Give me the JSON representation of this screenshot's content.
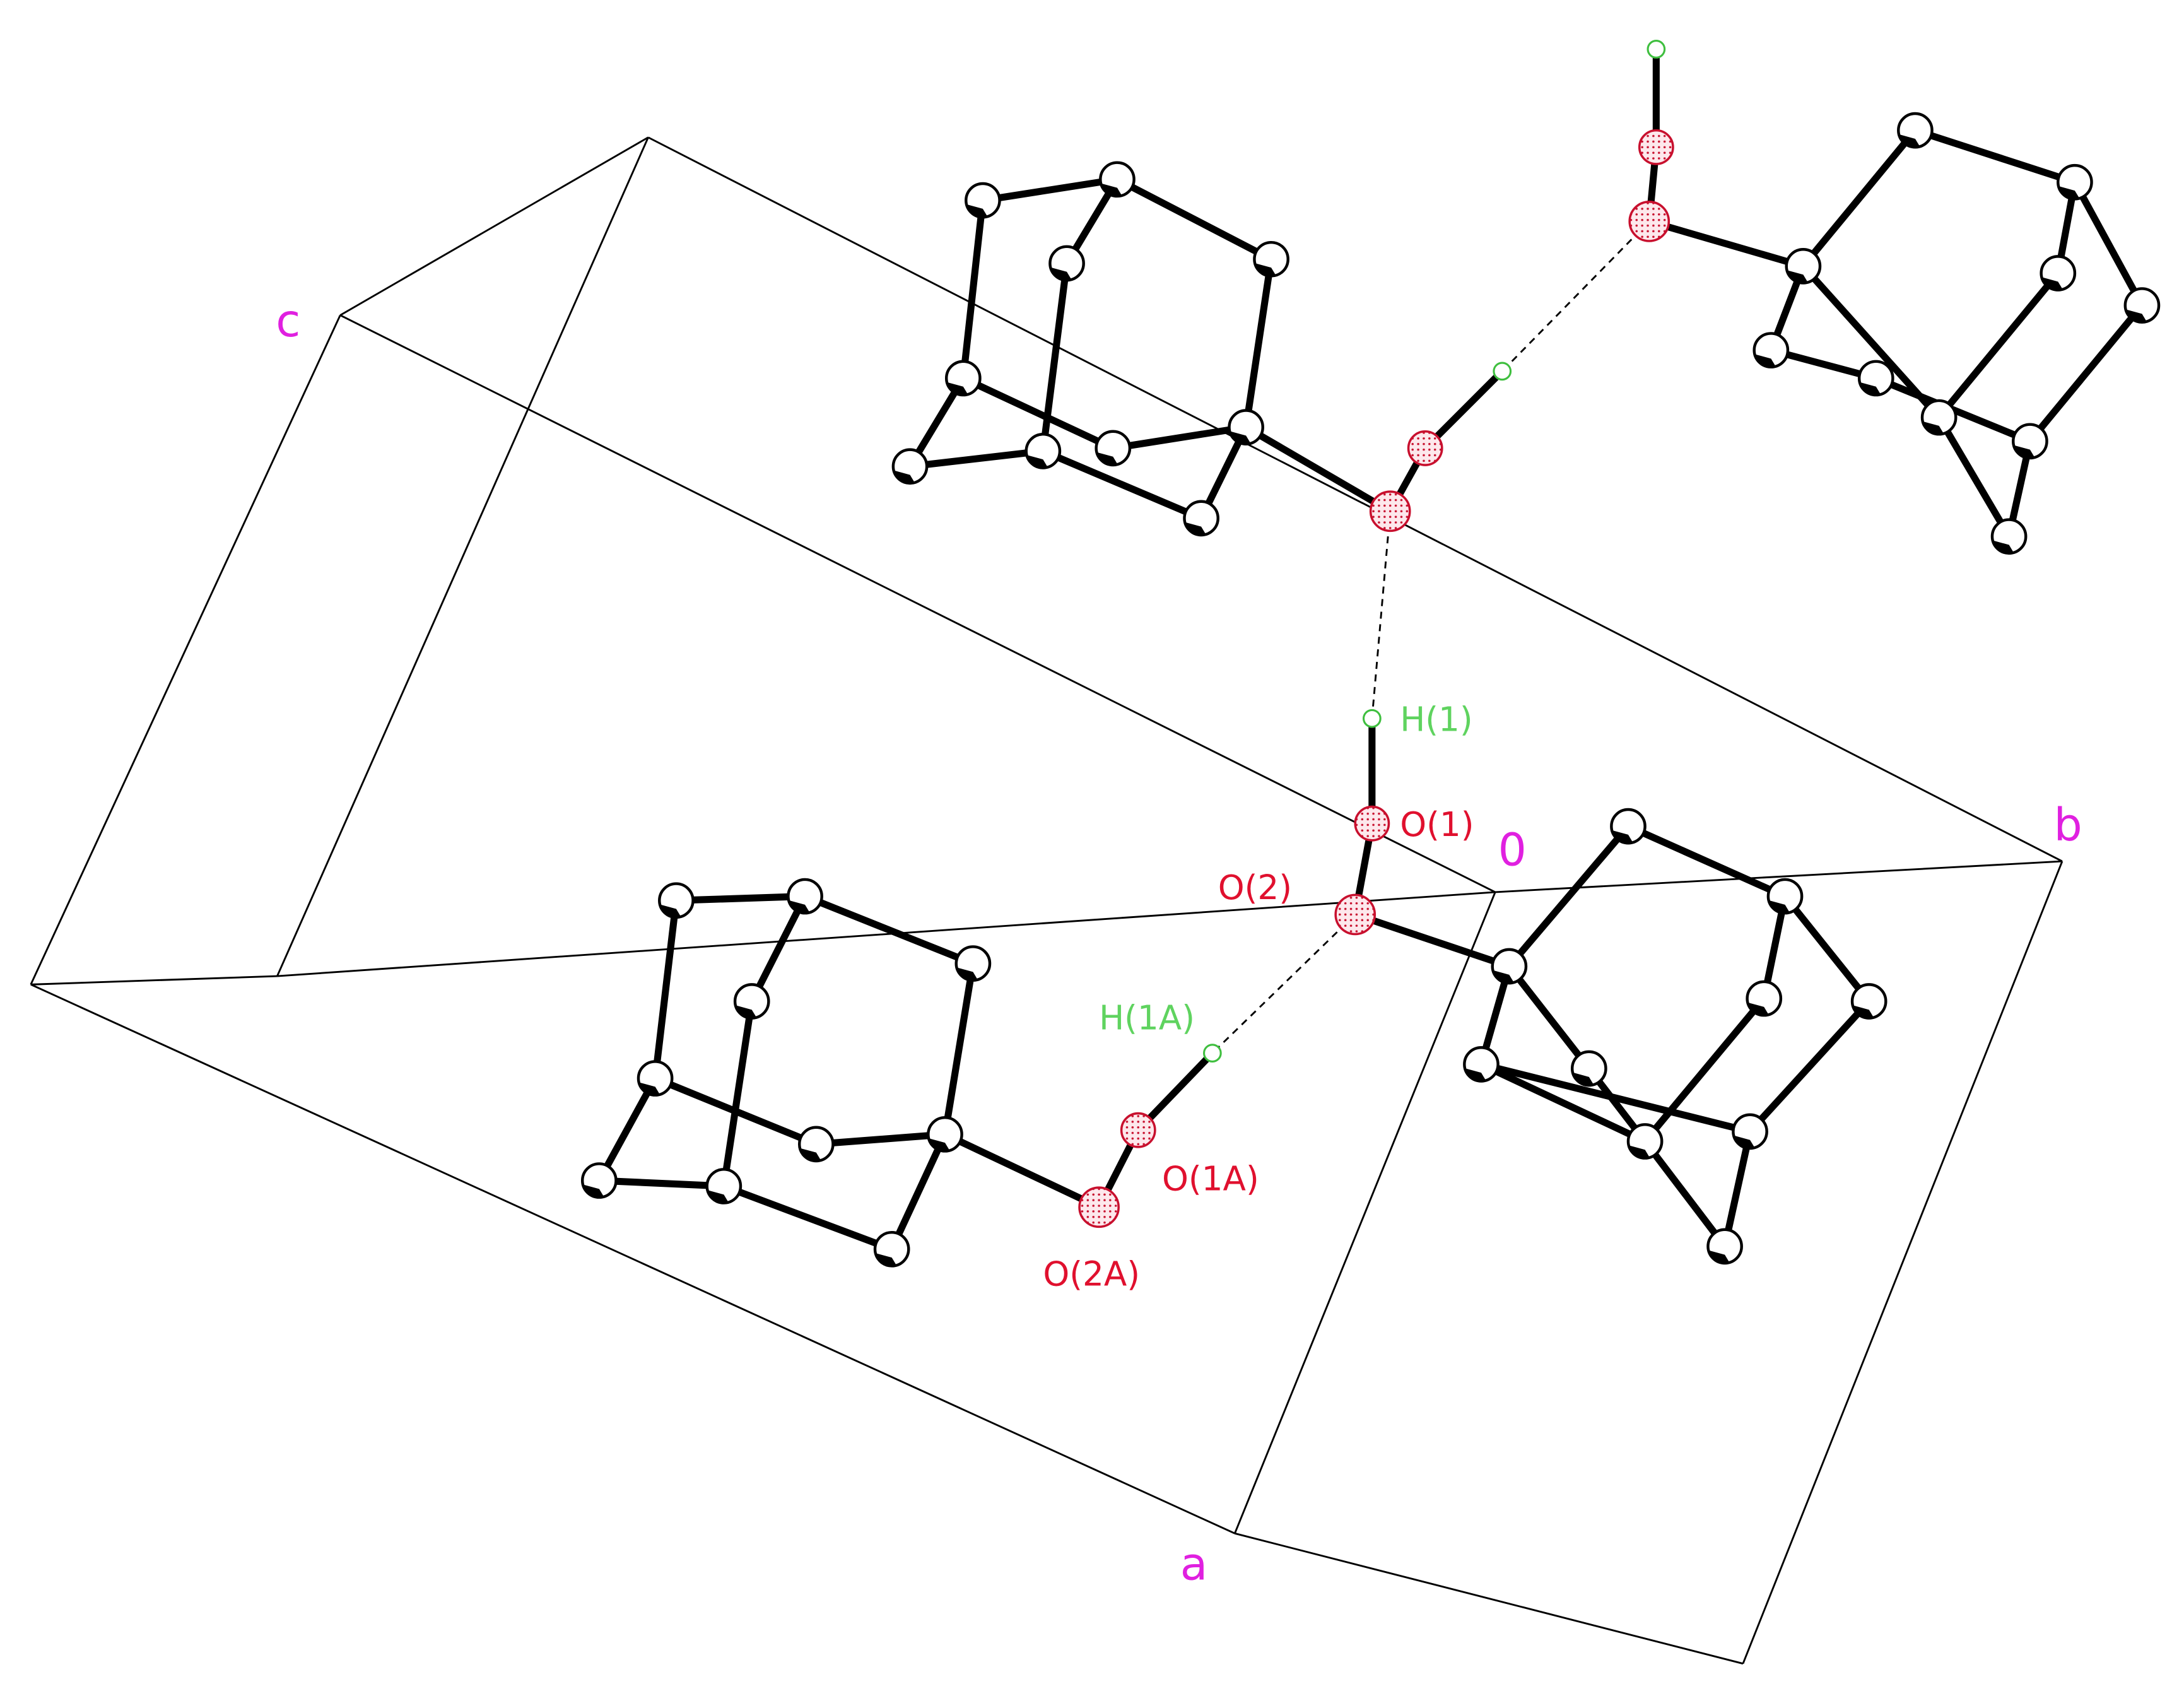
{
  "figure": {
    "type": "crystal packing diagram",
    "description": "Unit cell with hydrogen-bonded adamantane hydroperoxide molecules"
  },
  "colors": {
    "bond": "#000000",
    "cell_edge": "#000000",
    "oxygen": "#e0102e",
    "hydrogen": "#5fd35f",
    "axis_label": "#e020e0"
  },
  "axis_labels": {
    "origin": "0",
    "a": "a",
    "b": "b",
    "c": "c"
  },
  "atom_labels": {
    "H1": "H(1)",
    "O1": "O(1)",
    "O2": "O(2)",
    "H1A": "H(1A)",
    "O1A": "O(1A)",
    "O2A": "O(2A)"
  }
}
